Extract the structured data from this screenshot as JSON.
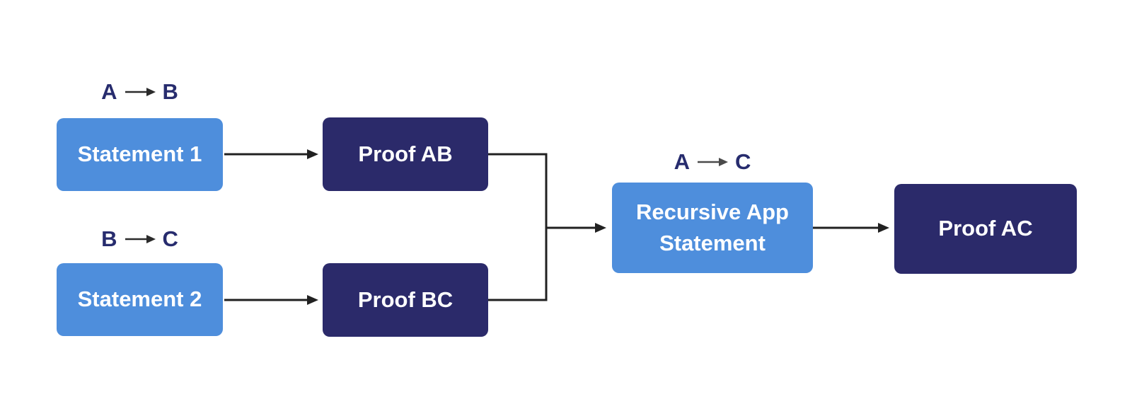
{
  "diagram": {
    "description_not_shown": null,
    "nodes": {
      "statement1": {
        "label": "Statement 1",
        "style": "light-blue"
      },
      "proof_ab": {
        "label": "Proof AB",
        "style": "navy"
      },
      "statement2": {
        "label": "Statement 2",
        "style": "light-blue"
      },
      "proof_bc": {
        "label": "Proof BC",
        "style": "navy"
      },
      "recursive": {
        "label": "Recursive App Statement",
        "style": "light-blue"
      },
      "proof_ac": {
        "label": "Proof AC",
        "style": "navy"
      }
    },
    "edge_labels": {
      "ab": {
        "from": "A",
        "arrow_glyph": "→",
        "to": "B"
      },
      "bc": {
        "from": "B",
        "arrow_glyph": "→",
        "to": "C"
      },
      "ac": {
        "from": "A",
        "arrow_glyph": "→",
        "to": "C"
      }
    },
    "connections": [
      "Statement 1 → Proof AB",
      "Statement 2 → Proof BC",
      "Proof AB + Proof BC merge → Recursive App Statement",
      "Recursive App Statement → Proof AC"
    ]
  },
  "colors": {
    "light_blue": "#4E8EDC",
    "navy": "#2B2A6A",
    "label_navy": "#272C6E",
    "line_color": "#212121",
    "box_text": "#FFFFFF",
    "bg": "#FFFFFF"
  }
}
